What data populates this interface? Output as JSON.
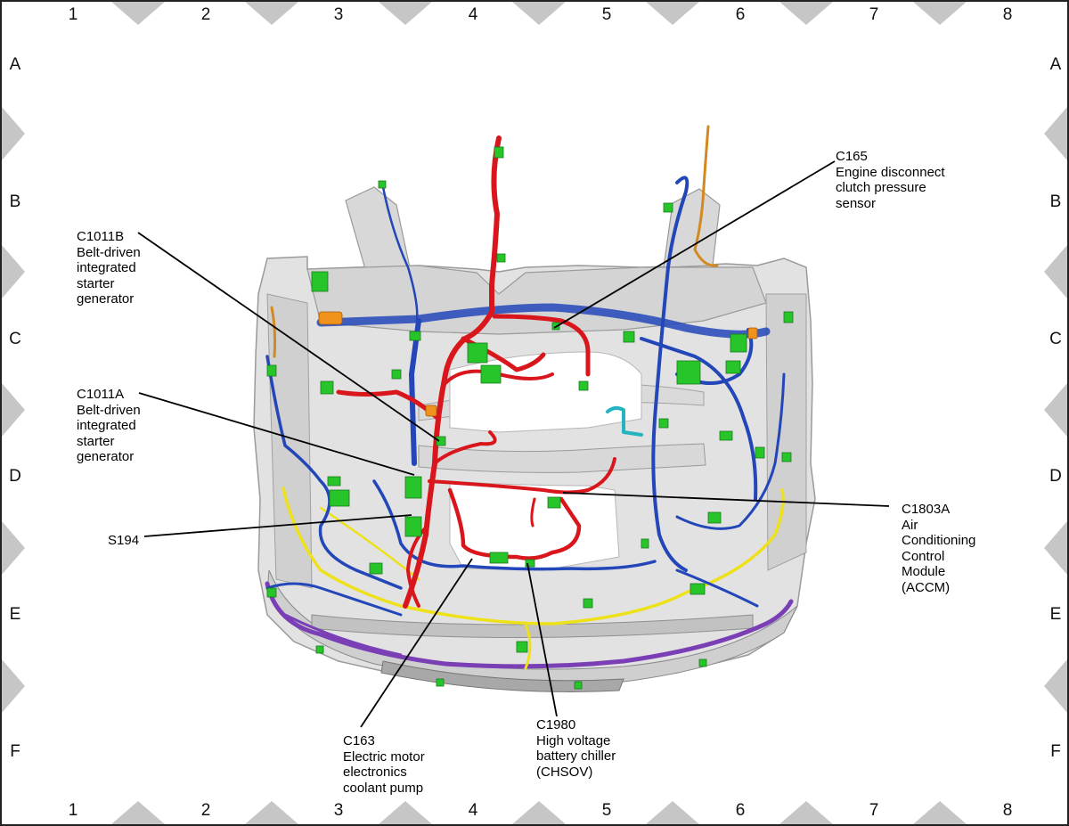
{
  "grid": {
    "columns": [
      "1",
      "2",
      "3",
      "4",
      "5",
      "6",
      "7",
      "8"
    ],
    "rows": [
      "A",
      "B",
      "C",
      "D",
      "E",
      "F"
    ]
  },
  "callouts": {
    "c1011b": {
      "lines": [
        "C1011B",
        "Belt-driven",
        "integrated",
        "starter",
        "generator"
      ]
    },
    "c1011a": {
      "lines": [
        "C1011A",
        "Belt-driven",
        "integrated",
        "starter",
        "generator"
      ]
    },
    "s194": {
      "lines": [
        "S194"
      ]
    },
    "c163": {
      "lines": [
        "C163",
        "Electric motor",
        "electronics",
        "coolant pump"
      ]
    },
    "c1980": {
      "lines": [
        "C1980",
        "High voltage",
        "battery chiller",
        "(CHSOV)"
      ]
    },
    "c165": {
      "lines": [
        "C165",
        "Engine disconnect",
        "clutch pressure",
        "sensor"
      ]
    },
    "c1803a": {
      "lines": [
        "C1803A",
        "Air",
        "Conditioning",
        "Control",
        "Module",
        "(ACCM)"
      ]
    }
  },
  "colors": {
    "harness_red": "#d8161c",
    "harness_blue": "#2346b8",
    "harness_yellow": "#eee11a",
    "harness_purple": "#7a3fb5",
    "connector_green": "#27c52a",
    "frame_gray": "#c9c9c9",
    "border_diamond": "#c6c6c6"
  }
}
